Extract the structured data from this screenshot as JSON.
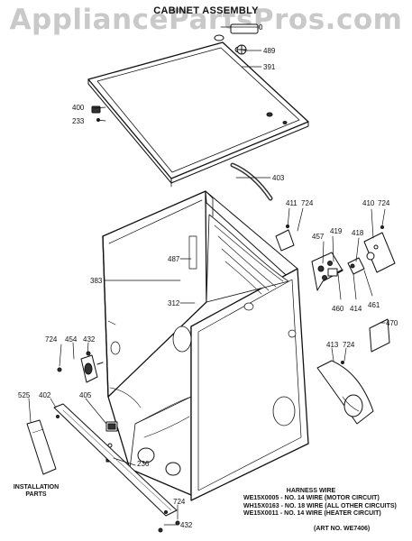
{
  "watermark": "AppliancePartsPros.com",
  "title": "CABINET ASSEMBLY",
  "callouts": [
    {
      "id": "p-0",
      "text": "0"
    },
    {
      "id": "p-489",
      "text": "489"
    },
    {
      "id": "p-391",
      "text": "391"
    },
    {
      "id": "p-400",
      "text": "400"
    },
    {
      "id": "p-233",
      "text": "233"
    },
    {
      "id": "p-403",
      "text": "403"
    },
    {
      "id": "p-411",
      "text": "411"
    },
    {
      "id": "p-724a",
      "text": "724"
    },
    {
      "id": "p-410",
      "text": "410"
    },
    {
      "id": "p-724b",
      "text": "724"
    },
    {
      "id": "p-457",
      "text": "457"
    },
    {
      "id": "p-419",
      "text": "419"
    },
    {
      "id": "p-418",
      "text": "418"
    },
    {
      "id": "p-487",
      "text": "487"
    },
    {
      "id": "p-383",
      "text": "383"
    },
    {
      "id": "p-312",
      "text": "312"
    },
    {
      "id": "p-460",
      "text": "460"
    },
    {
      "id": "p-414",
      "text": "414"
    },
    {
      "id": "p-461",
      "text": "461"
    },
    {
      "id": "p-470",
      "text": "470"
    },
    {
      "id": "p-724c",
      "text": "724"
    },
    {
      "id": "p-454",
      "text": "454"
    },
    {
      "id": "p-432a",
      "text": "432"
    },
    {
      "id": "p-413",
      "text": "413"
    },
    {
      "id": "p-724d",
      "text": "724"
    },
    {
      "id": "p-525",
      "text": "525"
    },
    {
      "id": "p-402",
      "text": "402"
    },
    {
      "id": "p-405",
      "text": "405"
    },
    {
      "id": "p-236",
      "text": "236"
    },
    {
      "id": "p-724e",
      "text": "724"
    },
    {
      "id": "p-432b",
      "text": "432"
    }
  ],
  "installation_parts": [
    "INSTALLATION",
    "PARTS"
  ],
  "harness": {
    "heading": "HARNESS WIRE",
    "lines": [
      "WE15X0005 - NO. 14 WIRE (MOTOR CIRCUIT)",
      "WH15X0163 - NO. 18 WIRE (ALL OTHER CIRCUITS)",
      "WE15X0011 - NO. 14 WIRE (HEATER CIRCUIT)"
    ]
  },
  "art_no": "(ART NO. WE7406)"
}
